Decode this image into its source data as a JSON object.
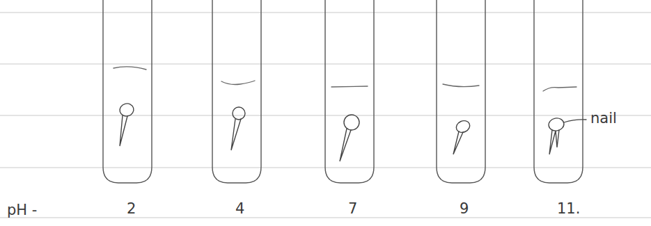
{
  "diagram": {
    "labels": [
      "pH -",
      "2",
      "4",
      "7",
      "9",
      "11.",
      "nail"
    ]
  }
}
